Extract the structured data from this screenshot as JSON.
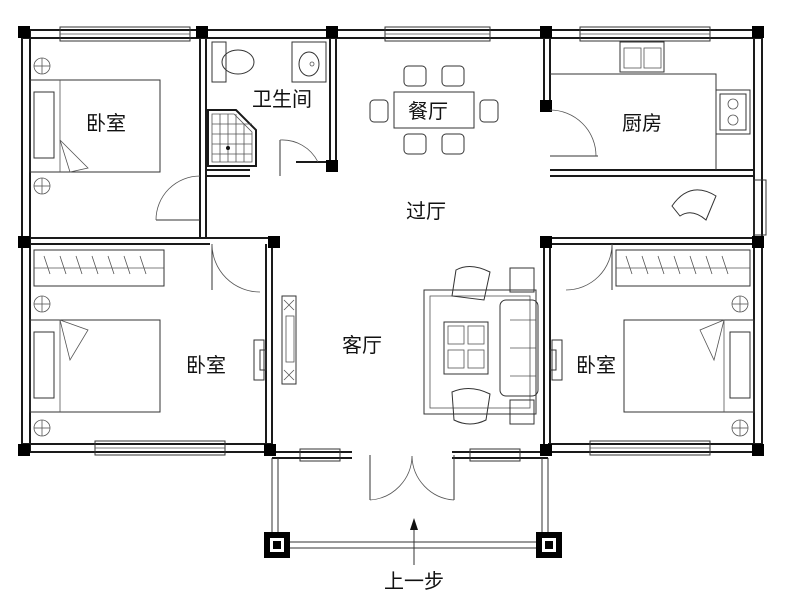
{
  "rooms": {
    "bedroom_nw": "卧室",
    "bathroom": "卫生间",
    "dining": "餐厅",
    "kitchen": "厨房",
    "hall": "过厅",
    "bedroom_sw": "卧室",
    "living": "客厅",
    "bedroom_se": "卧室"
  },
  "entrance_label": "上一步",
  "colors": {
    "line": "#1a1a1a",
    "column": "#000000",
    "background": "#ffffff"
  },
  "icons": [
    "bed-icon",
    "toilet-icon",
    "sink-icon",
    "shower-icon",
    "dining-table-icon",
    "kitchen-sink-icon",
    "stove-icon",
    "armchair-icon",
    "sofa-icon",
    "wardrobe-icon",
    "tv-icon",
    "door-swing-icon",
    "entry-arrow-icon"
  ]
}
